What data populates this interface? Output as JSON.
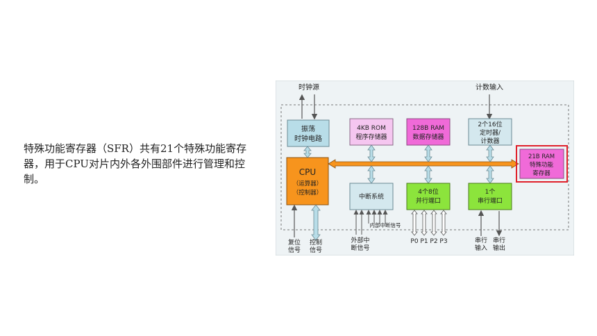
{
  "description": "特殊功能寄存器（SFR）共有21个特殊功能寄存器，用于CPU对片内外各外围部件进行管理和控制。",
  "diagram": {
    "top_labels": {
      "clock_source": "时钟源",
      "count_input": "计数输入"
    },
    "blocks": {
      "oscillator": {
        "line1": "振荡",
        "line2": "时钟电路"
      },
      "cpu": {
        "title": "CPU",
        "line1": "（运算器）",
        "line2": "（控制器）"
      },
      "rom": {
        "line1": "4KB ROM",
        "line2": "程序存储器"
      },
      "ram": {
        "line1": "128B RAM",
        "line2": "数据存储器"
      },
      "timer": {
        "line1": "2个16位",
        "line2": "定时器/",
        "line3": "计数器"
      },
      "sfr": {
        "line1": "21B RAM",
        "line2": "特殊功能",
        "line3": "寄存器"
      },
      "interrupt": {
        "line1": "中断系统"
      },
      "parallel": {
        "line1": "4个8位",
        "line2": "并行端口"
      },
      "serial": {
        "line1": "1个",
        "line2": "串行端口"
      }
    },
    "bottom_labels": {
      "reset_signal": [
        "复位",
        "信号"
      ],
      "control_signal": [
        "控制",
        "信号"
      ],
      "external_interrupt": [
        "外部中",
        "断信号"
      ],
      "internal_interrupt": "内部中断信号",
      "ports": [
        "P0",
        "P1",
        "P2",
        "P3"
      ],
      "serial_in": [
        "串行",
        "输入"
      ],
      "serial_out": [
        "串行",
        "输出"
      ]
    },
    "colors": {
      "oscillator": "#b8dde8",
      "cpu": "#f7941d",
      "rom": "#f5c6f0",
      "ram": "#f06ad8",
      "timer": "#d4e8ee",
      "sfr": "#f06ad8",
      "sfr_border": "#e0202a",
      "interrupt": "#d4e8ee",
      "parallel": "#8ce43c",
      "serial": "#8ce43c",
      "bus": "#f7941d",
      "background": "#eef3f5"
    }
  }
}
